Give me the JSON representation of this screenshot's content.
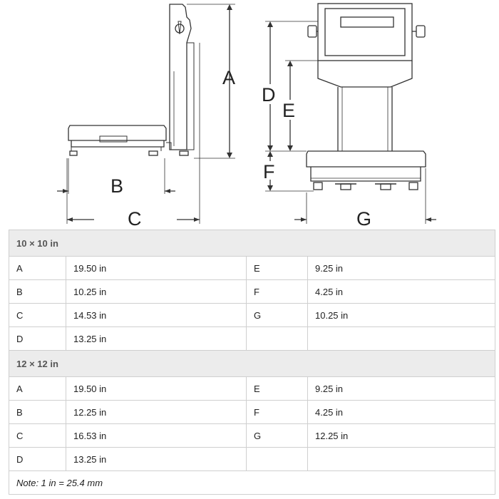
{
  "diagram": {
    "labels": {
      "a": "A",
      "b": "B",
      "c": "C",
      "d": "D",
      "e": "E",
      "f": "F",
      "g": "G"
    }
  },
  "table": {
    "sections": [
      {
        "title": "10 × 10 in",
        "rows": [
          {
            "k1": "A",
            "v1": "19.50 in",
            "k2": "E",
            "v2": "9.25 in"
          },
          {
            "k1": "B",
            "v1": "10.25 in",
            "k2": "F",
            "v2": "4.25 in"
          },
          {
            "k1": "C",
            "v1": "14.53 in",
            "k2": "G",
            "v2": "10.25 in"
          },
          {
            "k1": "D",
            "v1": "13.25 in",
            "k2": "",
            "v2": ""
          }
        ]
      },
      {
        "title": "12 × 12 in",
        "rows": [
          {
            "k1": "A",
            "v1": "19.50 in",
            "k2": "E",
            "v2": "9.25 in"
          },
          {
            "k1": "B",
            "v1": "12.25 in",
            "k2": "F",
            "v2": "4.25 in"
          },
          {
            "k1": "C",
            "v1": "16.53 in",
            "k2": "G",
            "v2": "12.25 in"
          },
          {
            "k1": "D",
            "v1": "13.25 in",
            "k2": "",
            "v2": ""
          }
        ]
      }
    ],
    "note": "Note: 1 in = 25.4 mm"
  }
}
